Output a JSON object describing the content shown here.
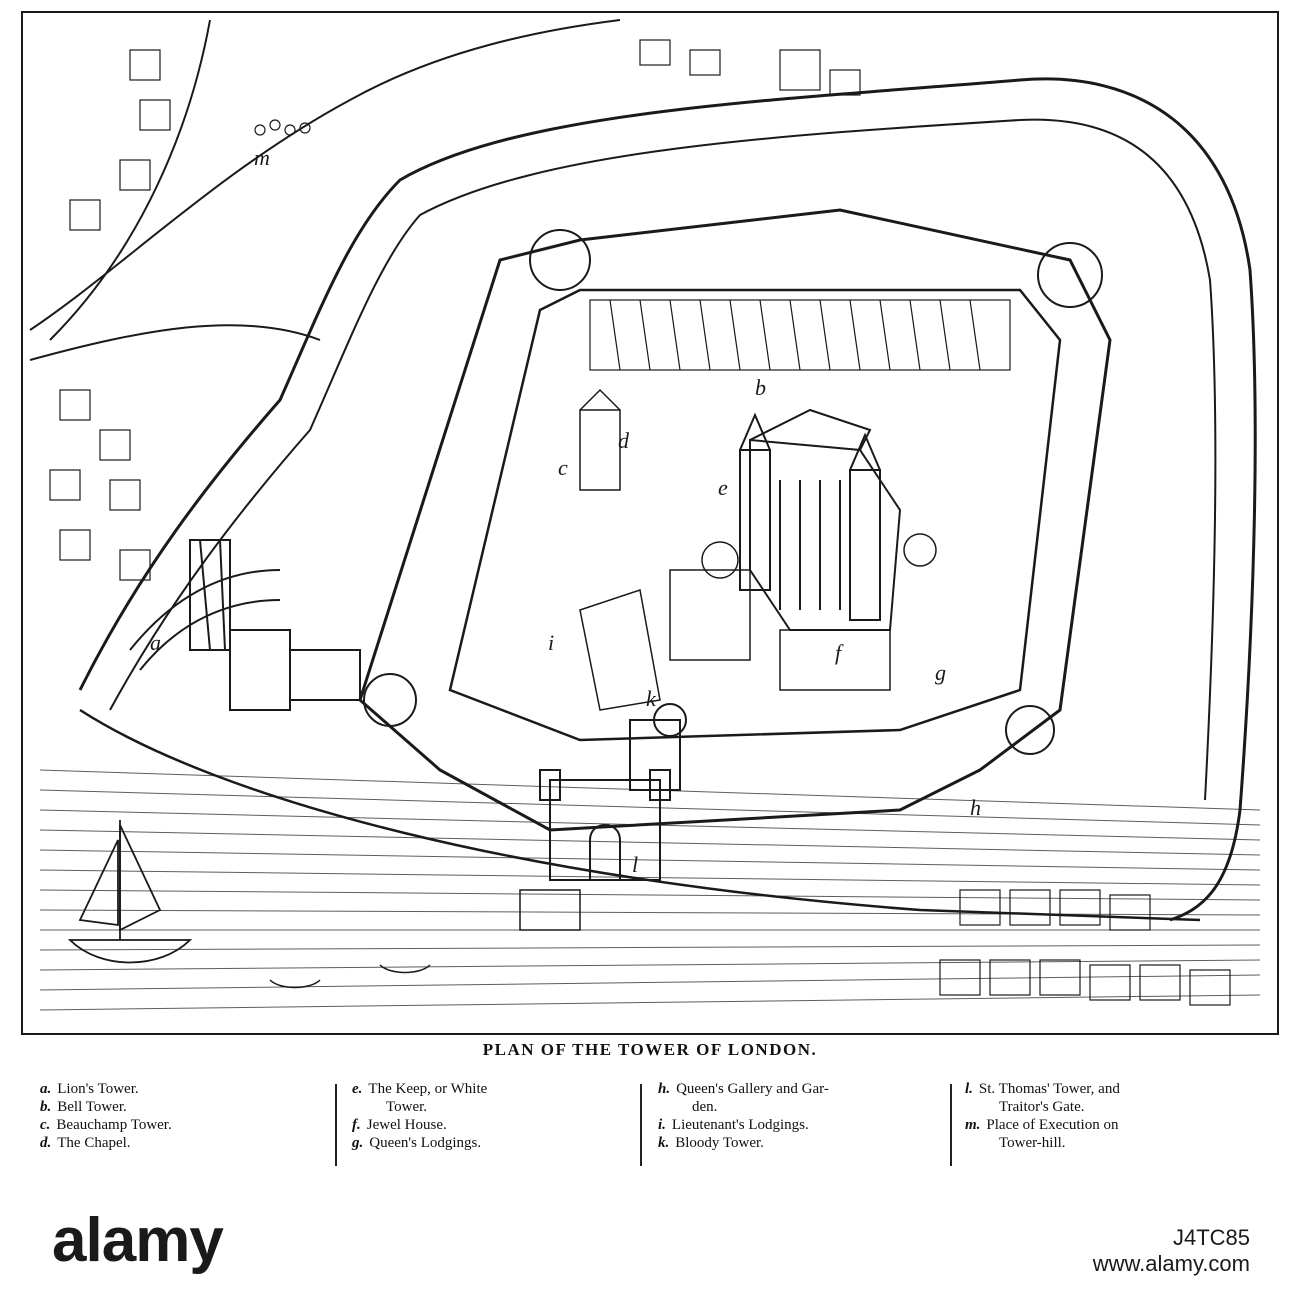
{
  "title": "PLAN OF THE TOWER OF LONDON.",
  "map_labels": [
    "a",
    "b",
    "c",
    "d",
    "e",
    "f",
    "g",
    "h",
    "i",
    "k",
    "l",
    "m"
  ],
  "legend": {
    "col1": [
      {
        "key": "a.",
        "text": "Lion's Tower."
      },
      {
        "key": "b.",
        "text": "Bell Tower."
      },
      {
        "key": "c.",
        "text": "Beauchamp Tower."
      },
      {
        "key": "d.",
        "text": "The Chapel."
      }
    ],
    "col2": [
      {
        "key": "e.",
        "text": "The Keep, or White"
      },
      {
        "key": "",
        "text": "Tower."
      },
      {
        "key": "f.",
        "text": "Jewel House."
      },
      {
        "key": "g.",
        "text": "Queen's Lodgings."
      }
    ],
    "col3": [
      {
        "key": "h.",
        "text": "Queen's Gallery and Gar-"
      },
      {
        "key": "",
        "text": "den."
      },
      {
        "key": "i.",
        "text": "Lieutenant's Lodgings."
      },
      {
        "key": "k.",
        "text": "Bloody Tower."
      }
    ],
    "col4": [
      {
        "key": "l.",
        "text": "St. Thomas' Tower, and"
      },
      {
        "key": "",
        "text": "Traitor's Gate."
      },
      {
        "key": "m.",
        "text": "Place of Execution on"
      },
      {
        "key": "",
        "text": "Tower-hill."
      }
    ]
  },
  "watermark": {
    "brand": "alamy",
    "stock_id": "J4TC85",
    "site": "www.alamy.com"
  }
}
